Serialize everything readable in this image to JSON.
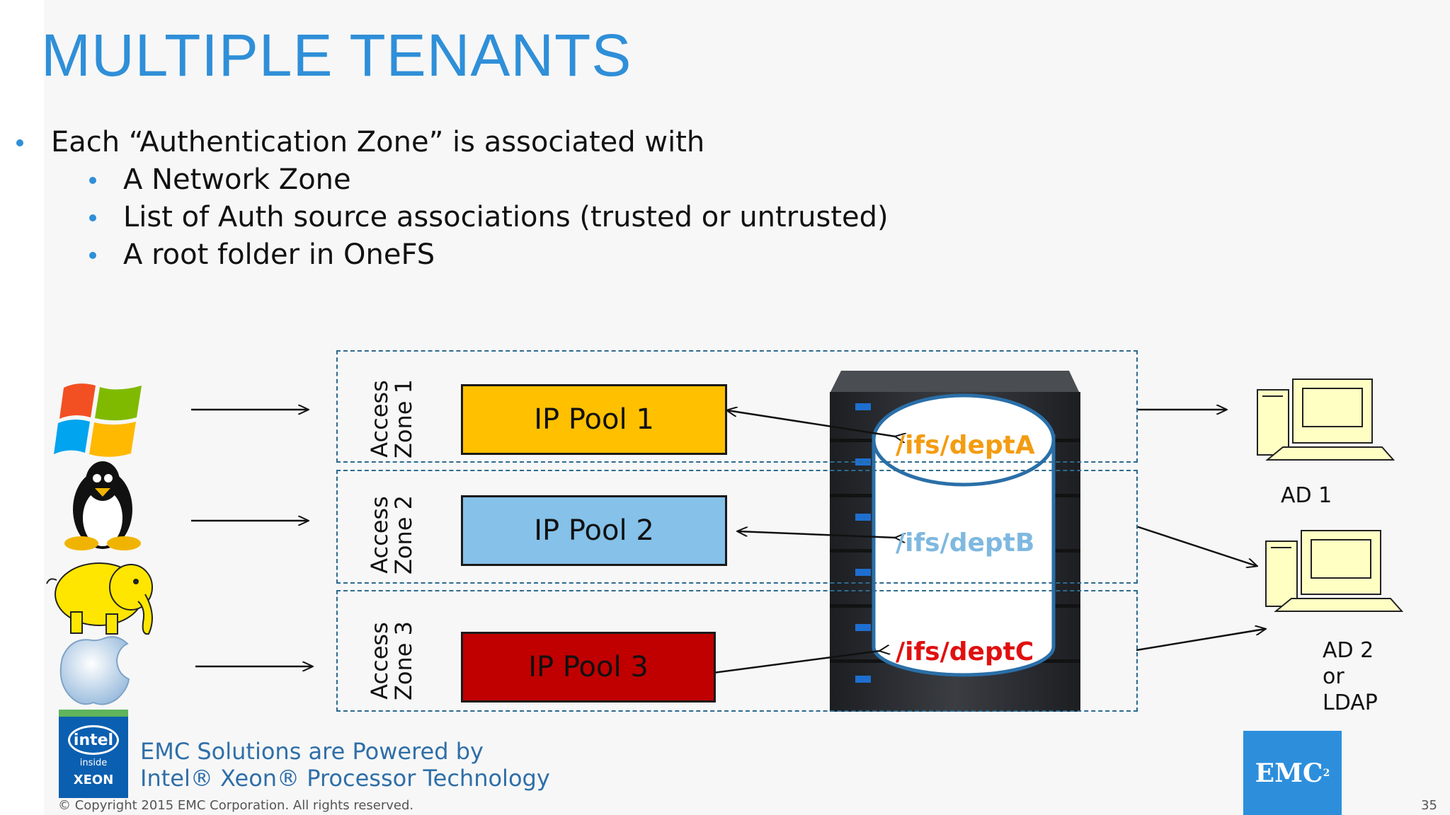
{
  "slide": {
    "title": "MULTIPLE TENANTS",
    "page_number": "35",
    "copyright": "© Copyright 2015 EMC Corporation. All rights reserved."
  },
  "bullets": {
    "main": "Each “Authentication Zone” is associated with",
    "sub": [
      "A Network Zone",
      "List of Auth source associations (trusted or untrusted)",
      "A root folder in OneFS"
    ]
  },
  "clients": [
    "windows-logo-icon",
    "linux-tux-icon",
    "hadoop-elephant-icon",
    "apple-logo-icon"
  ],
  "zones": [
    {
      "label_line1": "Access",
      "label_line2": "Zone 1",
      "pool": "IP Pool 1",
      "pool_color": "#ffc000",
      "path": "/ifs/deptA",
      "path_color": "#f39c12"
    },
    {
      "label_line1": "Access",
      "label_line2": "Zone 2",
      "pool": "IP Pool 2",
      "pool_color": "#85c1e9",
      "path": "/ifs/deptB",
      "path_color": "#7fb8e0"
    },
    {
      "label_line1": "Access",
      "label_line2": "Zone 3",
      "pool": "IP Pool 3",
      "pool_color": "#c00000",
      "path": "/ifs/deptC",
      "path_color": "#e01010"
    }
  ],
  "auth_sources": {
    "ad1": "AD 1",
    "ad2_lines": [
      "AD 2",
      "or",
      "LDAP"
    ]
  },
  "footer": {
    "line1": "EMC Solutions are Powered by",
    "line2": "Intel® Xeon® Processor Technology",
    "intel_logo_text": "intel",
    "intel_inside": "inside",
    "intel_xeon": "XEON",
    "emc_logo": "EMC",
    "emc_sup": "2"
  },
  "colors": {
    "accent": "#2f8fd8",
    "zone_border": "#2d6a8f",
    "cylinder": "#2a6fa8"
  }
}
